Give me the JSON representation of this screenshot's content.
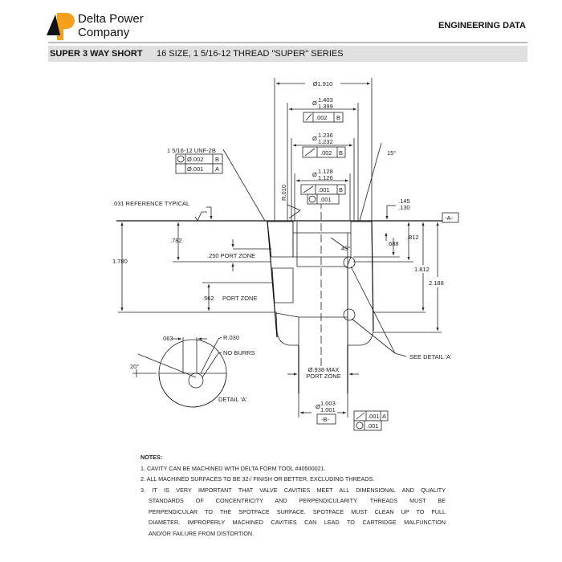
{
  "header": {
    "brand_line1": "Delta Power",
    "brand_line2": "Company",
    "section": "ENGINEERING DATA",
    "logo_colors": {
      "orange": "#f5a01a",
      "black": "#111111"
    }
  },
  "title_bar": {
    "product": "SUPER 3 WAY SHORT",
    "description": "16 SIZE, 1 5/16-12 THREAD \"SUPER\" SERIES"
  },
  "drawing": {
    "dia_1910": "Ø1.910",
    "dia_1403": "1.403",
    "dia_1399": "1.399",
    "fcf1_tol": ".002",
    "fcf1_ref": "B",
    "dia_1236": "1.236",
    "dia_1232": "1.232",
    "fcf2_tol": ".002",
    "fcf2_ref": "B",
    "dia_1128": "1.128",
    "dia_1126": "1.126",
    "fcf3_tol": ".001",
    "fcf3_ref": "B",
    "fcf3b_tol": ".001",
    "thread": "1 5/16-12 UNF-2B",
    "thread_fcf1_tol": "Ø.002",
    "thread_fcf1_ref": "B",
    "thread_fcf2_tol": "Ø.001",
    "thread_fcf2_ref": "A",
    "angle_15": "15°",
    "radius_010": "R.010",
    "ref_031": ".031 REFERENCE TYPICAL",
    "depth_145": ".145",
    "depth_130": ".130",
    "datum_a": "-A-",
    "dim_1780": "1.780",
    "dim_782": ".782",
    "port_250": ".250 PORT ZONE",
    "port_562": ".562",
    "port_zone": "PORT ZONE",
    "dim_688": ".688",
    "dim_812": ".812",
    "dim_1812": "1.812",
    "dim_2188": "2.188",
    "angle_45": "45°",
    "see_detail": "SEE DETAIL 'A'",
    "dia_938": "Ø.938 MAX",
    "dia_938_zone": "PORT ZONE",
    "dia_1003": "1.003",
    "dia_1001": "1.001",
    "datum_b": "-B-",
    "fcf4_tol": ".001",
    "fcf4_ref": "A",
    "fcf4b_tol": ".001",
    "detail": {
      "dim_063": ".063",
      "radius_030": "R.030",
      "no_burrs": "NO BURRS",
      "angle_20": "20°",
      "label": "DETAIL 'A'"
    }
  },
  "notes": {
    "title": "NOTES:",
    "items": [
      "1. CAVITY CAN BE MACHINED WITH DELTA FORM TOOL #40500021.",
      "2. ALL MACHINED SURFACES TO BE 32√ FINISH OR BETTER, EXCLUDING THREADS.",
      "3. IT IS VERY IMPORTANT THAT VALVE CAVITIES MEET ALL DIMENSIONAL AND QUALITY",
      "STANDARDS OF CONCENTRICITY AND PERPENDICULARITY. THREADS MUST BE",
      "PERPENDICULAR TO THE SPOTFACE SURFACE. SPOTFACE MUST CLEAN UP TO FULL",
      "DIAMETER. IMPROPERLY MACHINED CAVITIES CAN LEAD TO CARTRIDGE MALFUNCTION",
      "AND/OR FAILURE FROM DISTORTION."
    ]
  }
}
